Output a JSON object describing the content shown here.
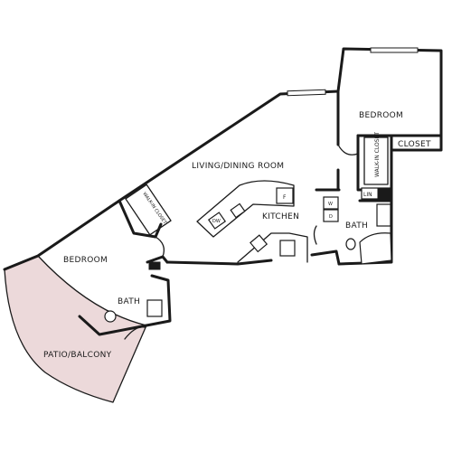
{
  "colors": {
    "patio_fill": "#ecd9da",
    "wall": "#1a1a1a",
    "background": "#ffffff"
  },
  "rooms": {
    "living_dining": "LIVING/DINING ROOM",
    "kitchen": "KITCHEN",
    "bedroom_right": "BEDROOM",
    "bedroom_left": "BEDROOM",
    "bath_right": "BATH",
    "bath_left": "BATH",
    "patio": "PATIO/BALCONY"
  },
  "closets": {
    "closet_right": "CLOSET",
    "walk_in_right": "WALK-IN CLOSET",
    "walk_in_left": "WALK-IN CLOSET",
    "linen": "LIN"
  },
  "appliances": {
    "fridge": "F",
    "dishwasher": "DW",
    "washer": "W",
    "dryer": "D"
  }
}
